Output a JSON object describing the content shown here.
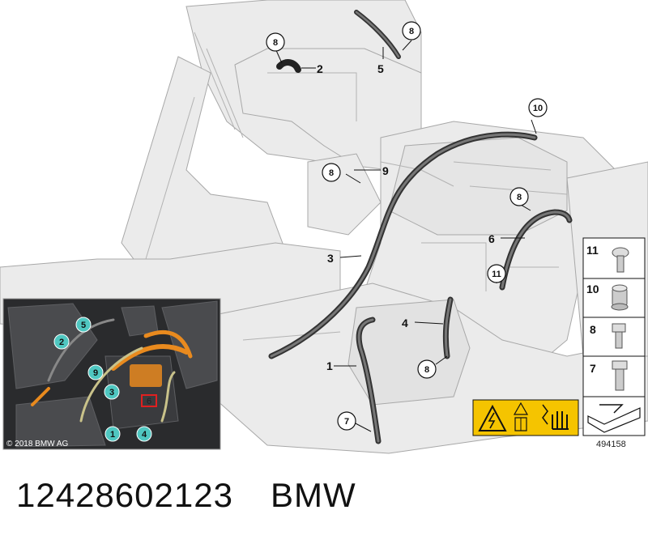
{
  "callouts": {
    "c1": "1",
    "c2": "2",
    "c3": "3",
    "c4": "4",
    "c5": "5",
    "c6": "6",
    "c9": "9",
    "c7": "7",
    "c8a": "8",
    "c8b": "8",
    "c8c": "8",
    "c8d": "8",
    "c8e": "8",
    "c10": "10",
    "c11": "11"
  },
  "inset": {
    "labels": [
      "5",
      "2",
      "9",
      "3",
      "1",
      "4",
      "6"
    ],
    "copyright": "© 2018 BMW AG"
  },
  "legend": {
    "items": [
      "11",
      "10",
      "8",
      "7"
    ]
  },
  "diagram_id": "494158",
  "footer": {
    "part_number": "12428602123",
    "brand": "BMW"
  },
  "colors": {
    "chassis": "#e9e9e9",
    "line": "#9a9a9a",
    "cable": "#3c3c3c",
    "teal": "#4fc7c1",
    "orange": "#e98a1e",
    "warning": "#f5c400"
  }
}
